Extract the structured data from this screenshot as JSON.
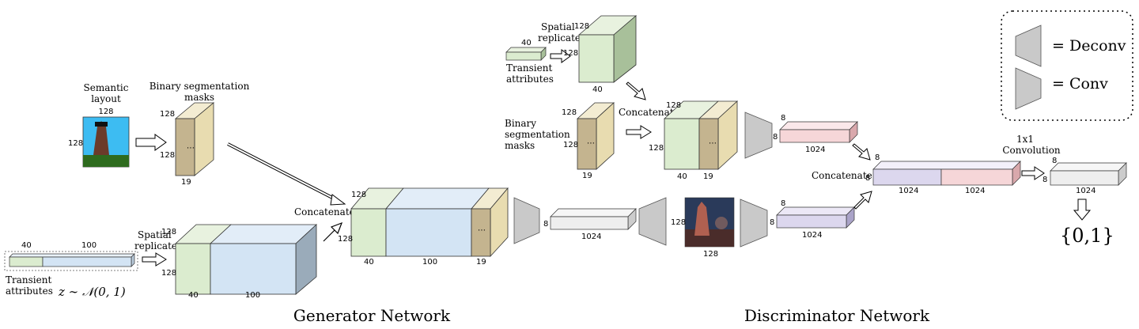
{
  "colors": {
    "green": "#dbeccf",
    "blue": "#d3e4f4",
    "pink": "#f6d6d8",
    "purple": "#dcd7ee",
    "grey": "#eeeeee",
    "tan": "#f2ead0",
    "net": "#c9c9c9"
  },
  "legend": {
    "deconv": "= Deconv",
    "conv": "= Conv"
  },
  "sections": {
    "generator": "Generator Network",
    "discriminator": "Discriminator Network"
  },
  "labels": {
    "semantic_layout": [
      "Semantic",
      "layout"
    ],
    "binary_masks": [
      "Binary segmentation",
      "masks"
    ],
    "binary_masks_d": [
      "Binary",
      "segmentation",
      "masks"
    ],
    "transient": [
      "Transient",
      "attributes"
    ],
    "spatial": [
      "Spatial",
      "replicate"
    ],
    "concatenate": "Concatenate",
    "conv1x1": [
      "1x1",
      "Convolution"
    ],
    "noise": "z ∼ 𝒩(0, 1)",
    "output": "{0,1}"
  },
  "dims": {
    "d128": "128",
    "d19": "19",
    "d40": "40",
    "d100": "100",
    "d8": "8",
    "d1024": "1024"
  }
}
